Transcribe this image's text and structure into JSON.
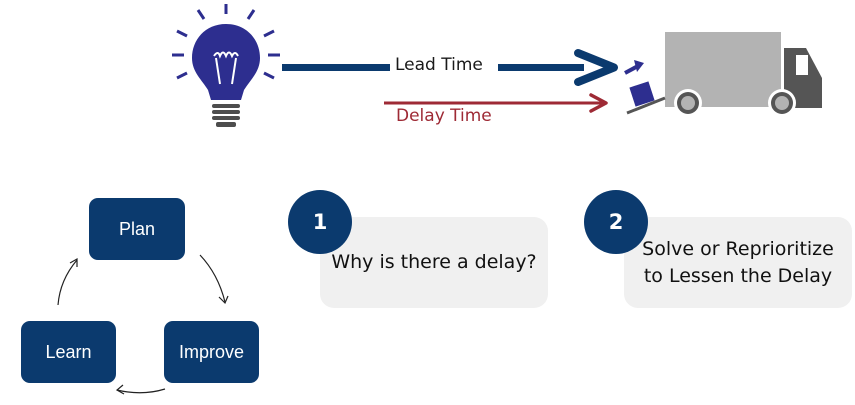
{
  "timeline": {
    "lead_label": "Lead Time",
    "delay_label": "Delay Time",
    "start_icon": "lightbulb-icon",
    "end_icon": "delivery-truck-icon",
    "colors": {
      "lead": "#0b3a6e",
      "delay": "#9e2a35",
      "bulb": "#2d2e8f",
      "truck_body": "#b3b3b3",
      "truck_cab": "#555555"
    }
  },
  "cycle": {
    "steps": [
      {
        "label": "Plan"
      },
      {
        "label": "Improve"
      },
      {
        "label": "Learn"
      }
    ],
    "color": "#0b3a6e"
  },
  "steps": [
    {
      "number": "1",
      "text": "Why is there a delay?"
    },
    {
      "number": "2",
      "text_line1": "Solve or Reprioritize",
      "text_line2": "to Lessen the Delay"
    }
  ]
}
